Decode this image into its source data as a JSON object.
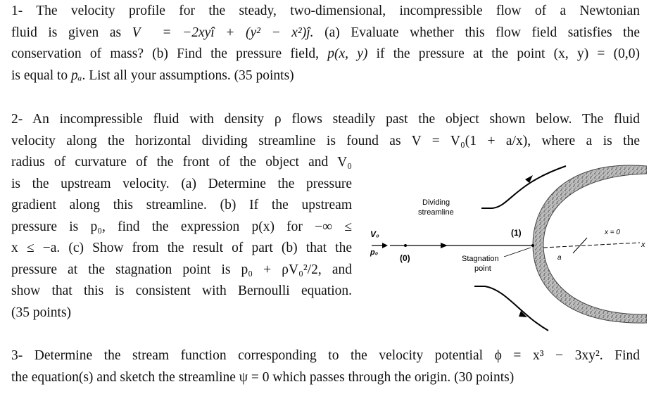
{
  "q1": {
    "l1": "1- The velocity profile for the steady, two-dimensional, incompressible flow of a Newtonian",
    "l2a": "fluid is given as",
    "eq1": "V⃗ = −2xyî + (y² − x²)ĵ.",
    "l2b": "(a) Evaluate whether this flow field satisfies the",
    "l3a": "conservation of mass? (b) Find the pressure field,",
    "l3b": "p(x, y)",
    "l3c": "if the pressure at the point (x, y) = (0,0)",
    "l4a": "is equal to",
    "l4b": "pₐ",
    "l4c": ". List all your assumptions. (35 points)"
  },
  "q2": {
    "l1": "2- An incompressible fluid with density ρ flows steadily past the object shown below. The fluid",
    "l2": "velocity along the horizontal dividing streamline is found as V = V₀(1 + a/x), where a is the",
    "l3": "radius of curvature of the front of the object and V₀",
    "l4": "is the upstream velocity. (a) Determine the pressure",
    "l5": "gradient along this streamline. (b) If the upstream",
    "l6": "pressure is p₀, find the expression p(x) for −∞ ≤",
    "l7": "x ≤ −a. (c) Show from the result of part (b) that the",
    "l8": "pressure at the stagnation point is p₀ + ρV₀²/2, and",
    "l9": "show that this is consistent with Bernoulli equation.",
    "l10": "(35 points)"
  },
  "figure": {
    "dividing": "Dividing",
    "streamline": "streamline",
    "v0": "V₀",
    "p0": "p₀",
    "pt0": "(0)",
    "pt1": "(1)",
    "stag1": "Stagnation",
    "stag2": "point",
    "x0": "x = 0",
    "x": "x",
    "a": "a"
  },
  "q3": {
    "l1": "3- Determine the stream function corresponding to the velocity potential ϕ = x³ − 3xy². Find",
    "l2": "the equation(s) and sketch the streamline ψ = 0 which passes through the origin. (30 points)"
  }
}
